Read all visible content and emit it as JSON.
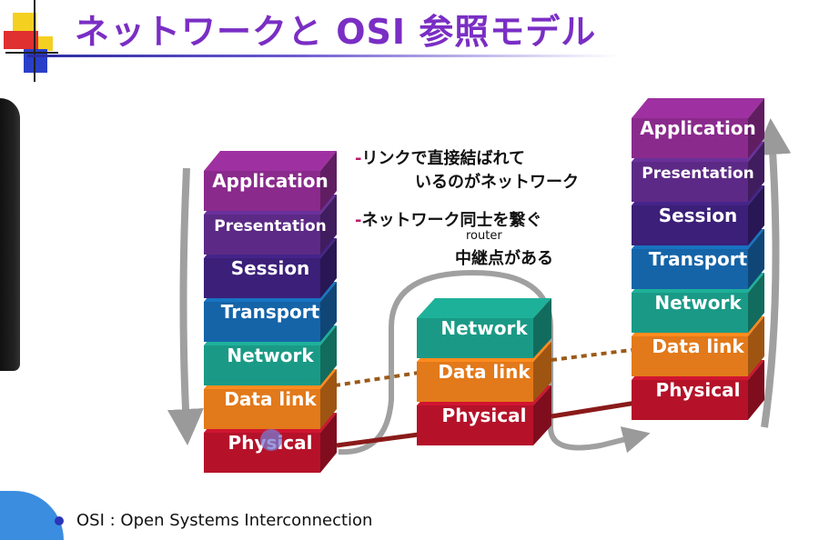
{
  "title": "ネットワークと OSI 参照モデル",
  "notes": {
    "link_line1": "リンクで直接結ばれて",
    "link_line2": "いるのがネットワーク",
    "connect": "ネットワーク同士を繋ぐ",
    "router": "router",
    "relay": "中継点がある",
    "dash": "-"
  },
  "stacks": {
    "left": [
      "Application",
      "Presentation",
      "Session",
      "Transport",
      "Network",
      "Data link",
      "Physical"
    ],
    "middle": [
      "Network",
      "Data link",
      "Physical"
    ],
    "right": [
      "Application",
      "Presentation",
      "Session",
      "Transport",
      "Network",
      "Data link",
      "Physical"
    ]
  },
  "colors": {
    "Application": "#8a2a8c",
    "Presentation": "#5c2a86",
    "Session": "#3b1f78",
    "Transport": "#1564a8",
    "Network": "#1a9a86",
    "Data link": "#e2791a",
    "Physical": "#b5122a",
    "title": "#7a2ec4",
    "dash": "#c01a6a",
    "physical_link": "#8a1a1a",
    "datalink_dotted": "#9a5a1a"
  },
  "footer": {
    "text": "OSI : Open Systems Interconnection"
  }
}
